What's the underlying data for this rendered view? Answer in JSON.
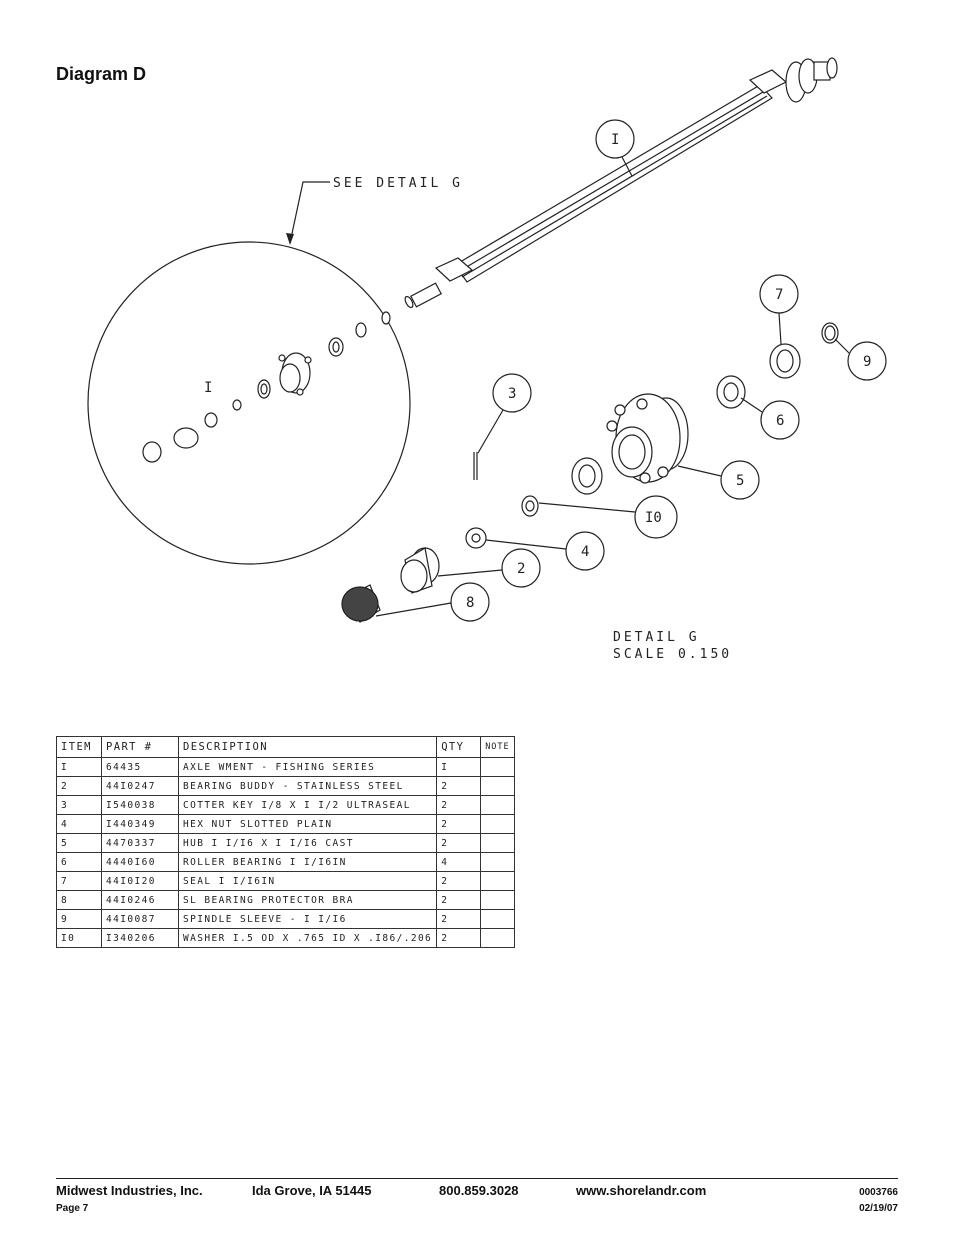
{
  "page_title": "Diagram D",
  "detail": {
    "see_detail": "SEE DETAIL  G",
    "detail_label": "DETAIL  G",
    "scale_label": "SCALE  0.150",
    "inset_label": "I"
  },
  "callouts": {
    "c1": "I",
    "c2": "2",
    "c3": "3",
    "c4": "4",
    "c5": "5",
    "c6": "6",
    "c7": "7",
    "c8": "8",
    "c9": "9",
    "c10": "I0"
  },
  "table": {
    "headers": {
      "item": "ITEM",
      "part": "PART #",
      "desc": "DESCRIPTION",
      "qty": "QTY",
      "note": "NOTE"
    },
    "rows": [
      {
        "item": "I",
        "part": "64435",
        "desc": "AXLE WMENT - FISHING SERIES",
        "qty": "I",
        "note": ""
      },
      {
        "item": "2",
        "part": "44I0247",
        "desc": "BEARING BUDDY - STAINLESS STEEL",
        "qty": "2",
        "note": ""
      },
      {
        "item": "3",
        "part": "I540038",
        "desc": "COTTER KEY I/8 X I I/2 ULTRASEAL",
        "qty": "2",
        "note": ""
      },
      {
        "item": "4",
        "part": "I440349",
        "desc": "HEX NUT SLOTTED PLAIN",
        "qty": "2",
        "note": ""
      },
      {
        "item": "5",
        "part": "4470337",
        "desc": "HUB   I I/I6 X I I/I6 CAST",
        "qty": "2",
        "note": ""
      },
      {
        "item": "6",
        "part": "4440I60",
        "desc": "ROLLER BEARING   I I/I6IN",
        "qty": "4",
        "note": ""
      },
      {
        "item": "7",
        "part": "44I0I20",
        "desc": "SEAL  I I/I6IN",
        "qty": "2",
        "note": ""
      },
      {
        "item": "8",
        "part": "44I0246",
        "desc": "SL BEARING PROTECTOR BRA",
        "qty": "2",
        "note": ""
      },
      {
        "item": "9",
        "part": "44I0087",
        "desc": "SPINDLE SLEEVE - I I/I6",
        "qty": "2",
        "note": ""
      },
      {
        "item": "I0",
        "part": "I340206",
        "desc": "WASHER I.5 OD X .765 ID X .I86/.206",
        "qty": "2",
        "note": ""
      }
    ]
  },
  "footer": {
    "company": "Midwest Industries, Inc.",
    "city": "Ida Grove, IA  51445",
    "phone": "800.859.3028",
    "website": "www.shorelandr.com",
    "page": "Page 7",
    "doc_number": "0003766",
    "date": "02/19/07"
  }
}
